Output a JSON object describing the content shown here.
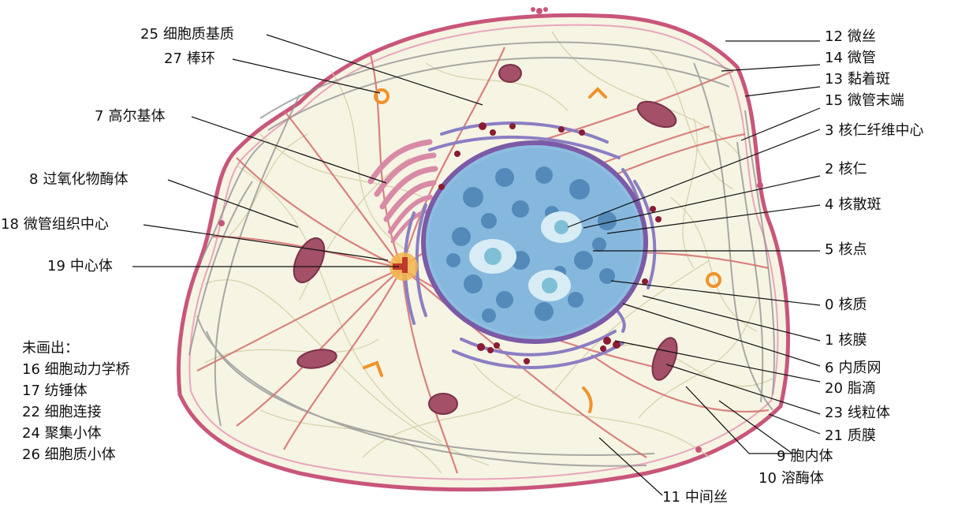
{
  "labels": {
    "l25": {
      "num": "25",
      "text": "细胞质基质"
    },
    "l27": {
      "num": "27",
      "text": "棒环"
    },
    "l7": {
      "num": "7",
      "text": "高尔基体"
    },
    "l8": {
      "num": "8",
      "text": "过氧化物酶体"
    },
    "l18": {
      "num": "18",
      "text": "微管组织中心"
    },
    "l19": {
      "num": "19",
      "text": "中心体"
    },
    "l12": {
      "num": "12",
      "text": "微丝"
    },
    "l14": {
      "num": "14",
      "text": "微管"
    },
    "l13": {
      "num": "13",
      "text": "黏着斑"
    },
    "l15": {
      "num": "15",
      "text": "微管末端"
    },
    "l3": {
      "num": "3",
      "text": "核仁纤维中心"
    },
    "l2": {
      "num": "2",
      "text": "核仁"
    },
    "l4": {
      "num": "4",
      "text": "核散斑"
    },
    "l5": {
      "num": "5",
      "text": "核点"
    },
    "l0": {
      "num": "0",
      "text": "核质"
    },
    "l1": {
      "num": "1",
      "text": "核膜"
    },
    "l6": {
      "num": "6",
      "text": "内质网"
    },
    "l20": {
      "num": "20",
      "text": "脂滴"
    },
    "l23": {
      "num": "23",
      "text": "线粒体"
    },
    "l21": {
      "num": "21",
      "text": "质膜"
    },
    "l9": {
      "num": "9",
      "text": "胞内体"
    },
    "l10": {
      "num": "10",
      "text": "溶酶体"
    },
    "l11": {
      "num": "11",
      "text": "中间丝"
    }
  },
  "not_drawn": {
    "title": "未画出：",
    "items": [
      {
        "num": "16",
        "text": "细胞动力学桥"
      },
      {
        "num": "17",
        "text": "纺锤体"
      },
      {
        "num": "22",
        "text": "细胞连接"
      },
      {
        "num": "24",
        "text": "聚集小体"
      },
      {
        "num": "26",
        "text": "细胞质小体"
      }
    ]
  },
  "colors": {
    "membrane": "#c9567a",
    "cytoplasm": "#f3f1df",
    "nucleus": "#7fb3d9",
    "nucleoplasm_speckle": "#4e86b5",
    "nuclear_envelope": "#7b5aa6",
    "er": "#8b7ec3",
    "golgi": "#d88aa6",
    "mitochondria": "#a35068",
    "microtubule": "#d36b6b",
    "microfilament": "#8f8f8f",
    "intermediate_filament": "#d2cfa6",
    "centrosome": "#f4b54a",
    "lipid": "#8a1b33",
    "rods_rings": "#f0922b"
  }
}
